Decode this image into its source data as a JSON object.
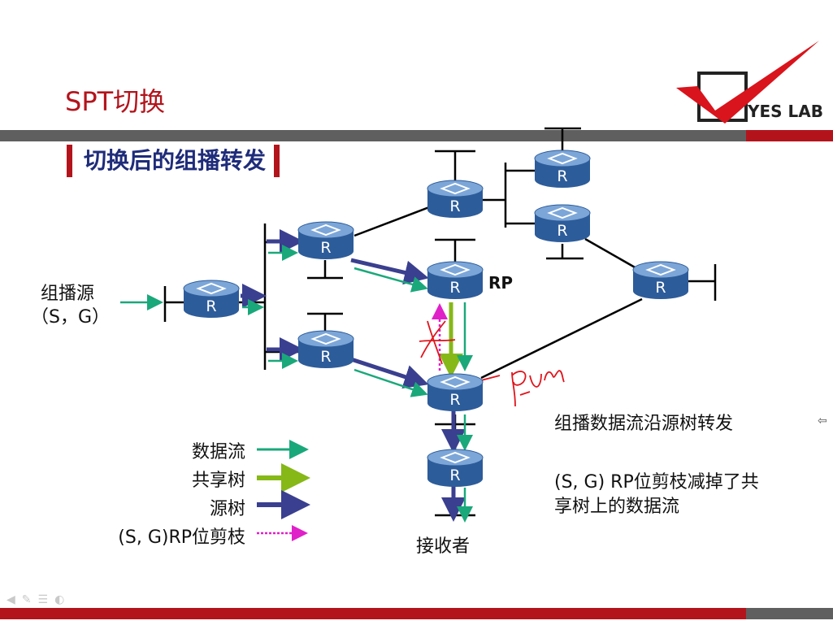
{
  "slide": {
    "title": "SPT切换",
    "subtitle": "切换后的组播转发",
    "logo_text": "YES LAB",
    "colors": {
      "accent_red": "#b3141c",
      "bar_gray": "#5f5f5f",
      "data_flow": "#1aa87a",
      "shared_tree": "#86b817",
      "source_tree": "#3a3f8f",
      "prune": "#e020c8"
    }
  },
  "diagram": {
    "router_label": "R",
    "rp_label": "RP",
    "source_label": "组播源",
    "source_sg": "（S，G）",
    "receiver_label": "接收者",
    "legend": {
      "data_flow": "数据流",
      "shared_tree": "共享树",
      "source_tree": "源树",
      "sg_rp_prune": "(S, G)RP位剪枝"
    },
    "description_1": "组播数据流沿源树转发",
    "description_2_line1": "(S, G) RP位剪枝减掉了共",
    "description_2_line2": "享树上的数据流",
    "handwriting": "prun"
  },
  "nav": {
    "icons": [
      "back-icon",
      "pen-icon",
      "menu-icon",
      "options-icon"
    ]
  }
}
